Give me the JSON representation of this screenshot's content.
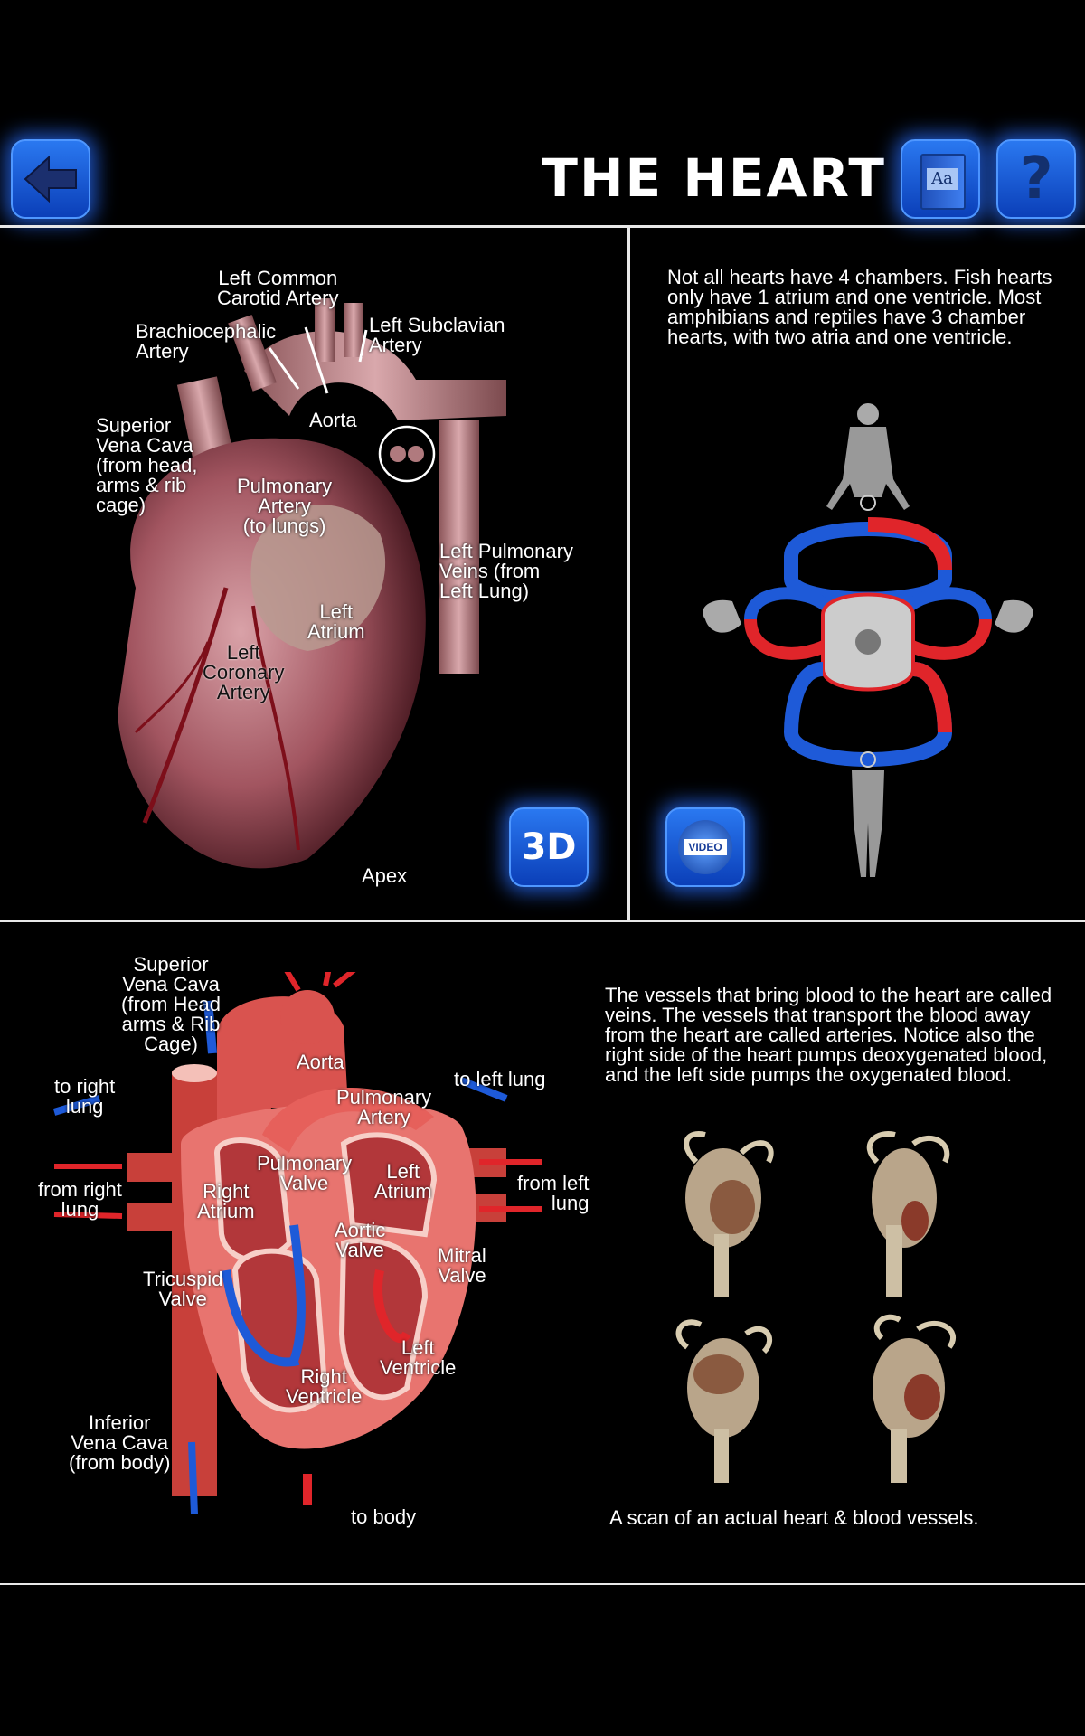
{
  "header": {
    "title": "THE HEART",
    "back_icon": "back-arrow-icon",
    "glossary_icon": "book-aa-icon",
    "glossary_glyph": "Aa",
    "help_icon": "question-icon",
    "help_glyph": "?"
  },
  "panel_top_left": {
    "labels": {
      "left_common_carotid": "Left Common\nCarotid Artery",
      "brachiocephalic": "Brachiocephalic\nArtery",
      "left_subclavian": "Left Subclavian\nArtery",
      "aorta": "Aorta",
      "superior_vena_cava": "Superior\nVena Cava\n(from head,\narms & rib\ncage)",
      "pulmonary_artery": "Pulmonary\nArtery\n(to lungs)",
      "left_pulmonary_veins": "Left Pulmonary\nVeins (from\nLeft Lung)",
      "left_atrium": "Left\nAtrium",
      "left_coronary_artery": "Left\nCoronary\nArtery",
      "apex": "Apex"
    },
    "button_3d": "3D"
  },
  "panel_top_right": {
    "text": "Not all hearts have 4 chambers. Fish hearts only have 1 atrium and one ventricle. Most amphibians and reptiles have 3 chamber hearts, with two atria and one ventricle.",
    "video_label": "VIDEO"
  },
  "panel_bottom_left": {
    "labels": {
      "superior_vena_cava": "Superior\nVena Cava\n(from Head\narms & Rib\nCage)",
      "aorta": "Aorta",
      "to_right_lung": "to right\nlung",
      "to_left_lung": "to left lung",
      "pulmonary_artery": "Pulmonary\nArtery",
      "pulmonary_valve": "Pulmonary\nValve",
      "left_atrium": "Left\nAtrium",
      "from_right_lung": "from right\nlung",
      "from_left_lung": "from left\nlung",
      "right_atrium": "Right\nAtrium",
      "aortic_valve": "Aortic\nValve",
      "mitral_valve": "Mitral\nValve",
      "tricuspid_valve": "Tricuspid\nValve",
      "left_ventricle": "Left\nVentricle",
      "right_ventricle": "Right\nVentricle",
      "inferior_vena_cava": "Inferior\nVena Cava\n(from body)",
      "to_body": "to body"
    }
  },
  "panel_bottom_right": {
    "text": "The vessels that bring blood to the heart are called veins. The vessels that transport the blood away from the heart are called arteries. Notice also the right side of the heart pumps deoxygenated blood, and the left side pumps the oxygenated blood.",
    "caption": "A scan of an actual heart & blood vessels."
  },
  "colors": {
    "background": "#000000",
    "button_blue": "#1d5fe0",
    "oxygenated": "#e0252a",
    "deoxygenated": "#1e5ad8"
  }
}
